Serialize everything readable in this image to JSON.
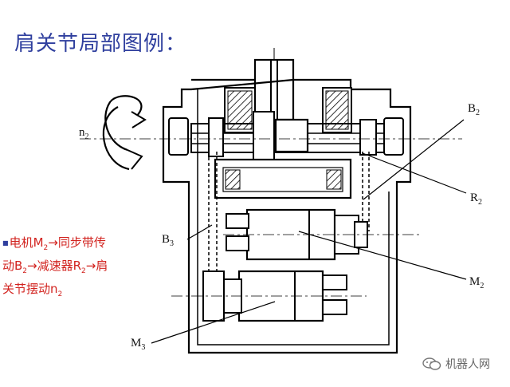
{
  "title": "肩关节局部图例：",
  "labels": {
    "n2": {
      "base": "n",
      "sub": "2"
    },
    "B2": {
      "base": "B",
      "sub": "2"
    },
    "R2": {
      "base": "R",
      "sub": "2"
    },
    "B3": {
      "base": "B",
      "sub": "3"
    },
    "M2": {
      "base": "M",
      "sub": "2"
    },
    "M3": {
      "base": "M",
      "sub": "3"
    }
  },
  "caption": {
    "bullet": "■",
    "line1_a": "电机M",
    "line1_sub": "2",
    "line1_b": "→同步带传",
    "line2_a": "动B",
    "line2_sub": "2",
    "line2_b": "→减速器R",
    "line2_sub2": "2",
    "line2_c": "→肩",
    "line3_a": "关节摆动n",
    "line3_sub": "2"
  },
  "watermark": {
    "text": "机器人网",
    "icon": "wechat-icon"
  },
  "colors": {
    "title": "#2f3f9e",
    "caption": "#d2231f",
    "bullet": "#2f3f9e"
  }
}
